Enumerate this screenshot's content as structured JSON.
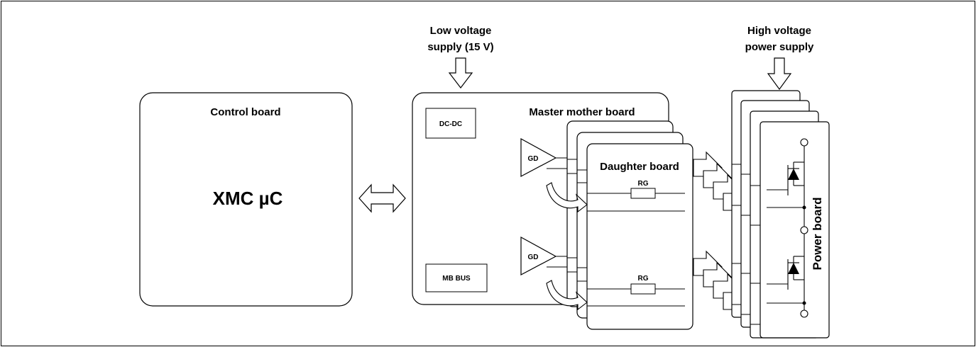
{
  "supplies": {
    "low_voltage_line1": "Low voltage",
    "low_voltage_line2": "supply (15 V)",
    "high_voltage_line1": "High voltage",
    "high_voltage_line2": "power supply"
  },
  "control_board": {
    "title": "Control board",
    "chip": "XMC µC"
  },
  "master_board": {
    "title": "Master mother board",
    "dcdc": "DC-DC",
    "mbbus": "MB BUS",
    "gate_driver_top": "GD",
    "gate_driver_bottom": "GD"
  },
  "daughter_board": {
    "title": "Daughter board",
    "rg_top": "RG",
    "rg_bottom": "RG"
  },
  "power_board": {
    "title": "Power board"
  }
}
